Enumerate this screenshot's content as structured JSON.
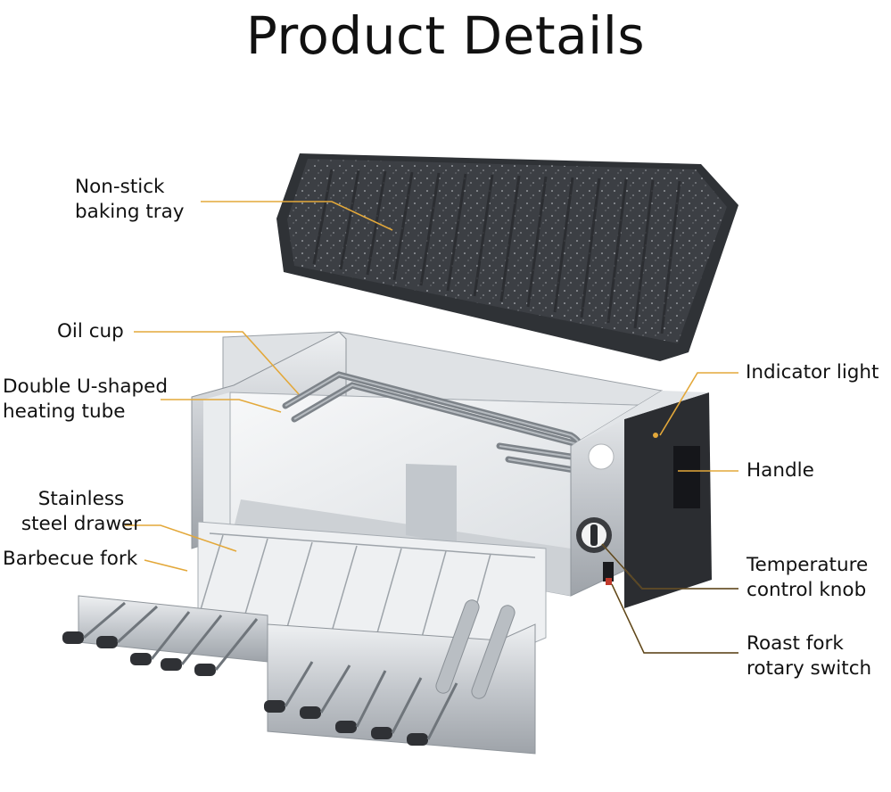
{
  "title": "Product Details",
  "labels": {
    "tray": [
      "Non-stick",
      "baking tray"
    ],
    "oil_cup": "Oil cup",
    "heating_tube": [
      "Double U-shaped",
      "heating tube"
    ],
    "drawer": [
      "Stainless",
      "steel drawer"
    ],
    "fork": "Barbecue fork",
    "indicator": "Indicator light",
    "handle": "Handle",
    "knob": [
      "Temperature",
      "control knob"
    ],
    "switch": [
      "Roast fork",
      "rotary switch"
    ]
  },
  "colors": {
    "leader_line": "#e3a83a",
    "text": "#111111",
    "tray": "#3c3f44",
    "steel": "#c9cdd1",
    "panel": "#2b2d31"
  }
}
